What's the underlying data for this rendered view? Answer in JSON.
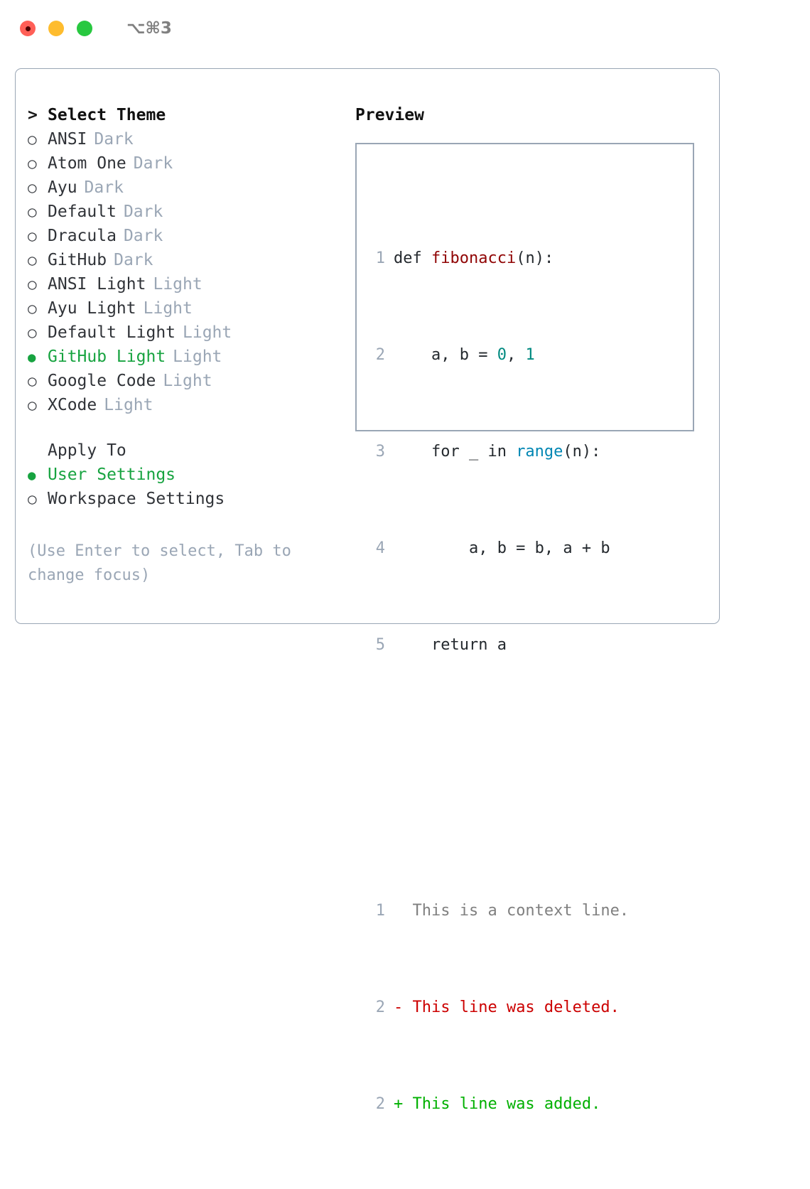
{
  "window": {
    "title": "⌥⌘3",
    "traffic_lights": [
      {
        "name": "close",
        "color": "#ff5f57",
        "active": true
      },
      {
        "name": "minimize",
        "color": "#febc2e",
        "active": false
      },
      {
        "name": "maximize",
        "color": "#28c840",
        "active": false
      }
    ]
  },
  "theme_picker": {
    "header": {
      "caret": ">",
      "label": "Select Theme"
    },
    "bullet_unselected": "○",
    "bullet_selected": "●",
    "items": [
      {
        "label": "ANSI",
        "tag": "Dark",
        "selected": false
      },
      {
        "label": "Atom One",
        "tag": "Dark",
        "selected": false
      },
      {
        "label": "Ayu",
        "tag": "Dark",
        "selected": false
      },
      {
        "label": "Default",
        "tag": "Dark",
        "selected": false
      },
      {
        "label": "Dracula",
        "tag": "Dark",
        "selected": false
      },
      {
        "label": "GitHub",
        "tag": "Dark",
        "selected": false
      },
      {
        "label": "ANSI Light",
        "tag": "Light",
        "selected": false
      },
      {
        "label": "Ayu Light",
        "tag": "Light",
        "selected": false
      },
      {
        "label": "Default Light",
        "tag": "Light",
        "selected": false
      },
      {
        "label": "GitHub Light",
        "tag": "Light",
        "selected": true
      },
      {
        "label": "Google Code",
        "tag": "Light",
        "selected": false
      },
      {
        "label": "XCode",
        "tag": "Light",
        "selected": false
      }
    ]
  },
  "apply_to": {
    "header": "Apply To",
    "options": [
      {
        "label": "User Settings",
        "selected": true
      },
      {
        "label": "Workspace Settings",
        "selected": false
      }
    ]
  },
  "hint": "(Use Enter to select, Tab to change focus)",
  "preview": {
    "title": "Preview",
    "code_lines": [
      {
        "no": "1",
        "tokens": [
          {
            "t": "def ",
            "c": "plain"
          },
          {
            "t": "fibonacci",
            "c": "fn"
          },
          {
            "t": "(n):",
            "c": "plain"
          }
        ]
      },
      {
        "no": "2",
        "tokens": [
          {
            "t": "    a, b = ",
            "c": "plain"
          },
          {
            "t": "0",
            "c": "num"
          },
          {
            "t": ", ",
            "c": "plain"
          },
          {
            "t": "1",
            "c": "num"
          }
        ]
      },
      {
        "no": "3",
        "tokens": [
          {
            "t": "    for _ in ",
            "c": "plain"
          },
          {
            "t": "range",
            "c": "blue"
          },
          {
            "t": "(n):",
            "c": "plain"
          }
        ]
      },
      {
        "no": "4",
        "tokens": [
          {
            "t": "        a, b = b, a + b",
            "c": "plain"
          }
        ]
      },
      {
        "no": "5",
        "tokens": [
          {
            "t": "    return a",
            "c": "plain"
          }
        ]
      }
    ],
    "diff_lines": [
      {
        "no": "1",
        "marker": " ",
        "text": " This is a context line.",
        "kind": "ctx"
      },
      {
        "no": "2",
        "marker": "-",
        "text": " This line was deleted.",
        "kind": "del"
      },
      {
        "no": "2",
        "marker": "+",
        "text": " This line was added.",
        "kind": "add"
      }
    ]
  },
  "colors": {
    "card_border": "#9aa6b5",
    "muted": "#9aa6b5",
    "selected_green": "#17a340",
    "diff_add": "#00b000",
    "diff_del": "#cc0000",
    "token_function": "#900404",
    "token_number": "#008a80",
    "token_builtin": "#0086b3"
  }
}
